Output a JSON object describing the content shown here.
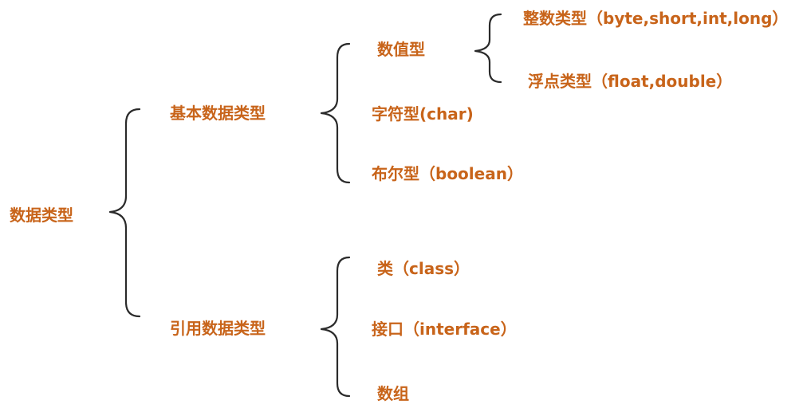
{
  "root": {
    "label": "数据类型"
  },
  "primitive": {
    "label": "基本数据类型",
    "numeric": {
      "label": "数值型",
      "integer": "整数类型（byte,short,int,long）",
      "float": "浮点类型（float,double）"
    },
    "char": "字符型(char)",
    "boolean": "布尔型（boolean）"
  },
  "reference": {
    "label": "引用数据类型",
    "class": "类（class）",
    "interface": "接口（interface）",
    "array": "数组"
  },
  "colors": {
    "text": "#c8641a",
    "brace": "#2b2b2b",
    "background": "#ffffff"
  }
}
